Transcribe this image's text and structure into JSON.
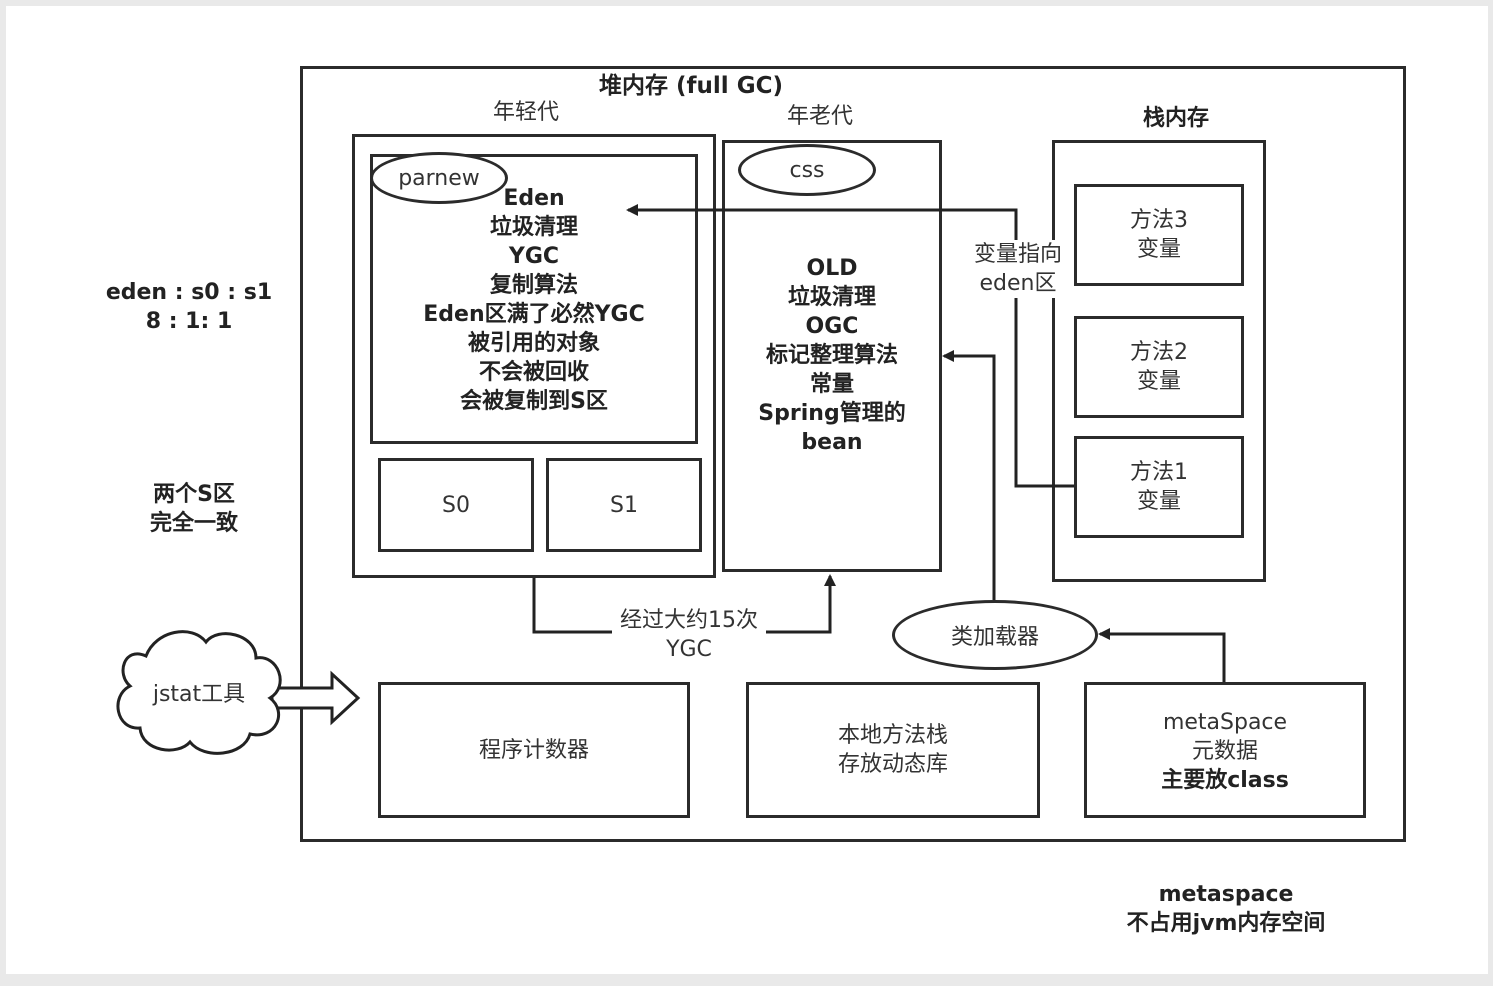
{
  "heap": {
    "title": "堆内存 (full GC)"
  },
  "young": {
    "title": "年轻代",
    "collector": "parnew",
    "eden_text": "Eden\n垃圾清理\nYGC\n复制算法\nEden区满了必然YGC\n被引用的对象\n不会被回收\n会被复制到S区",
    "s0": "S0",
    "s1": "S1"
  },
  "old": {
    "title": "年老代",
    "collector": "css",
    "text": "OLD\n垃圾清理\nOGC\n标记整理算法\n常量\nSpring管理的\nbean"
  },
  "stack": {
    "title": "栈内存",
    "methods": [
      "方法3\n变量",
      "方法2\n变量",
      "方法1\n变量"
    ]
  },
  "arrows": {
    "points_to_eden": "变量指向\neden区",
    "promotion": "经过大约15次\nYGC"
  },
  "classloader": "类加载器",
  "bottom": {
    "pc": "程序计数器",
    "native": "本地方法栈\n存放动态库",
    "metaspace_line1": "metaSpace\n元数据",
    "metaspace_line2": "主要放class"
  },
  "side_notes": {
    "ratio": "eden : s0 : s1\n8 : 1: 1",
    "s_zones": "两个S区\n完全一致",
    "jstat": "jstat工具"
  },
  "footer_note": "metaspace\n不占用jvm内存空间"
}
